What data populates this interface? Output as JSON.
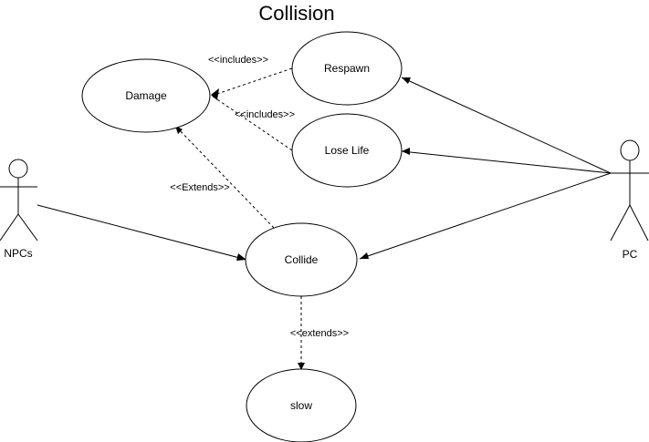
{
  "title": "Collision",
  "colors": {
    "stroke": "#000000",
    "fill": "#ffffff",
    "text": "#000000"
  },
  "actors": {
    "npcs": "NPCs",
    "pc": "PC"
  },
  "use_cases": {
    "damage": "Damage",
    "respawn": "Respawn",
    "lose_life": "Lose Life",
    "collide": "Collide",
    "slow": "slow"
  },
  "stereotypes": {
    "respawn_includes": "<<includes>>",
    "lose_life_includes": "<<includes>>",
    "collide_extends_damage": "<<Extends>>",
    "slow_extends_collide": "<<extends>>"
  }
}
